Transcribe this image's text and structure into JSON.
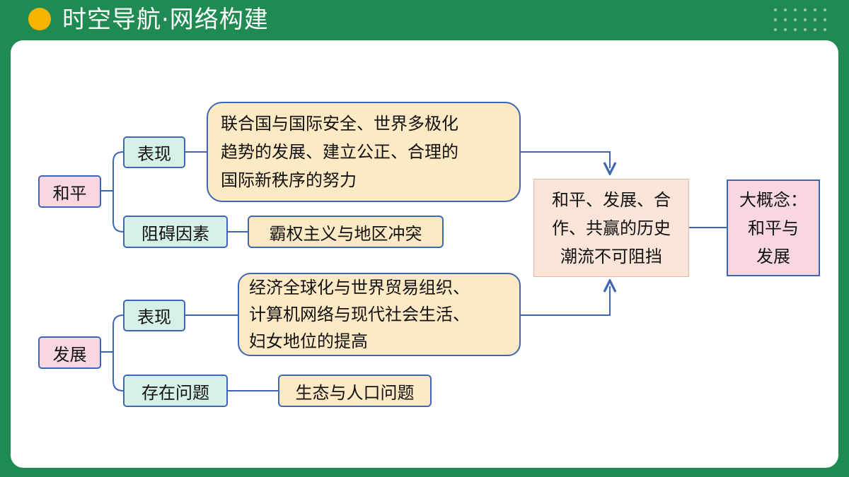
{
  "header": {
    "title": "时空导航·网络构建"
  },
  "peace": {
    "label": "和平",
    "manifestation": {
      "label": "表现",
      "lines": [
        "联合国与国际安全、世界多极化",
        "趋势的发展、建立公正、合理的",
        "国际新秩序的努力"
      ]
    },
    "obstacle": {
      "label": "阻碍因素",
      "text": "霸权主义与地区冲突"
    }
  },
  "development": {
    "label": "发展",
    "manifestation": {
      "label": "表现",
      "lines": [
        "经济全球化与世界贸易组织、",
        "计算机网络与现代社会生活、",
        "妇女地位的提高"
      ]
    },
    "problem": {
      "label": "存在问题",
      "text": "生态与人口问题"
    }
  },
  "summary": {
    "lines": [
      "和平、发展、合",
      "作、共赢的历史",
      "潮流不可阻挡"
    ]
  },
  "concept": {
    "lines": [
      "大概念：",
      "和平与",
      "发展"
    ]
  },
  "colors": {
    "background": "#1f8a52",
    "accent_dot": "#f7b500",
    "line": "#3e66b5",
    "pink": "#f8d7e1",
    "teal": "#d5efe9",
    "cream": "#fde9c3",
    "summary": "#fbe4d8"
  }
}
